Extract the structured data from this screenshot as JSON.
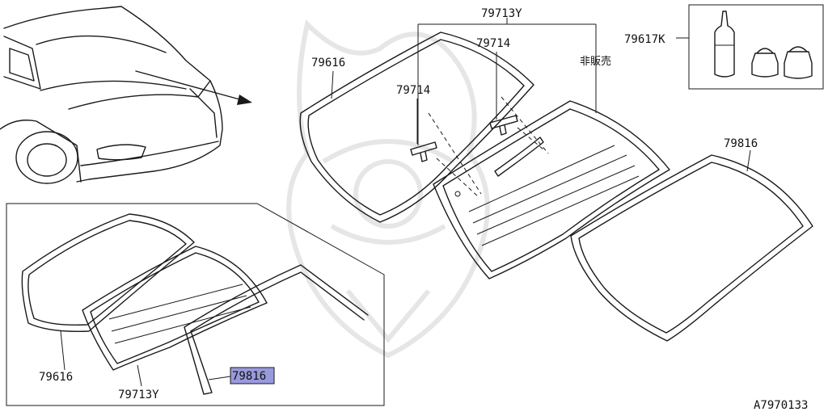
{
  "parts": {
    "rear_glass_seal": "79616",
    "rear_window_glass": "79713Y",
    "molding_clip": "79714",
    "not_for_sale_note": "非販売",
    "adhesive_kit": "79617K",
    "molding": "79816",
    "molding_highlighted": "79816"
  },
  "inset": {
    "seal_label": "79616",
    "glass_label": "79713Y"
  },
  "diagram_code": "A7970133",
  "colors": {
    "line": "#1a1a1a",
    "highlight": "#9999dd",
    "watermark": "#e6e6e6"
  }
}
